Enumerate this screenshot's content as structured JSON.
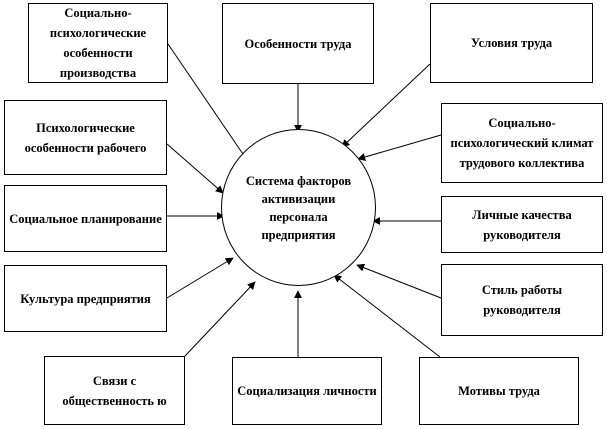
{
  "center": {
    "label": "Система факторов активизации персонала предприятия"
  },
  "factors": {
    "socio_psych_production": "Социально-психологические особенности производства",
    "work_features": "Особенности труда",
    "work_conditions": "Условия труда",
    "psych_worker": "Психологические особенности рабочего",
    "socio_psych_climate": "Социально-психологический климат трудового коллектива",
    "social_planning": "Социальное планирование",
    "leader_qualities": "Личные качества руководителя",
    "enterprise_culture": "Культура предприятия",
    "leader_style": "Стиль работы руководителя",
    "public_relations": "Связи с общественность ю",
    "socialization": "Социализация личности",
    "work_motives": "Мотивы труда"
  }
}
